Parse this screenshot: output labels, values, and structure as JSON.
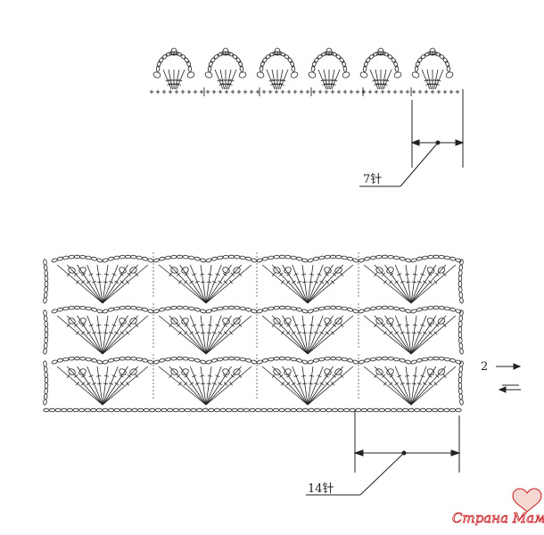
{
  "top_chart": {
    "repeat_label": "7针",
    "motif_count": 6
  },
  "bottom_chart": {
    "repeat_label": "14针",
    "row_count": 3,
    "row_marker": "2"
  },
  "watermark": {
    "text": "Страна Мам"
  },
  "colors": {
    "ink": "#222222",
    "watermark_red": "#c8161d",
    "watermark_fill": "#f3d7d0"
  }
}
